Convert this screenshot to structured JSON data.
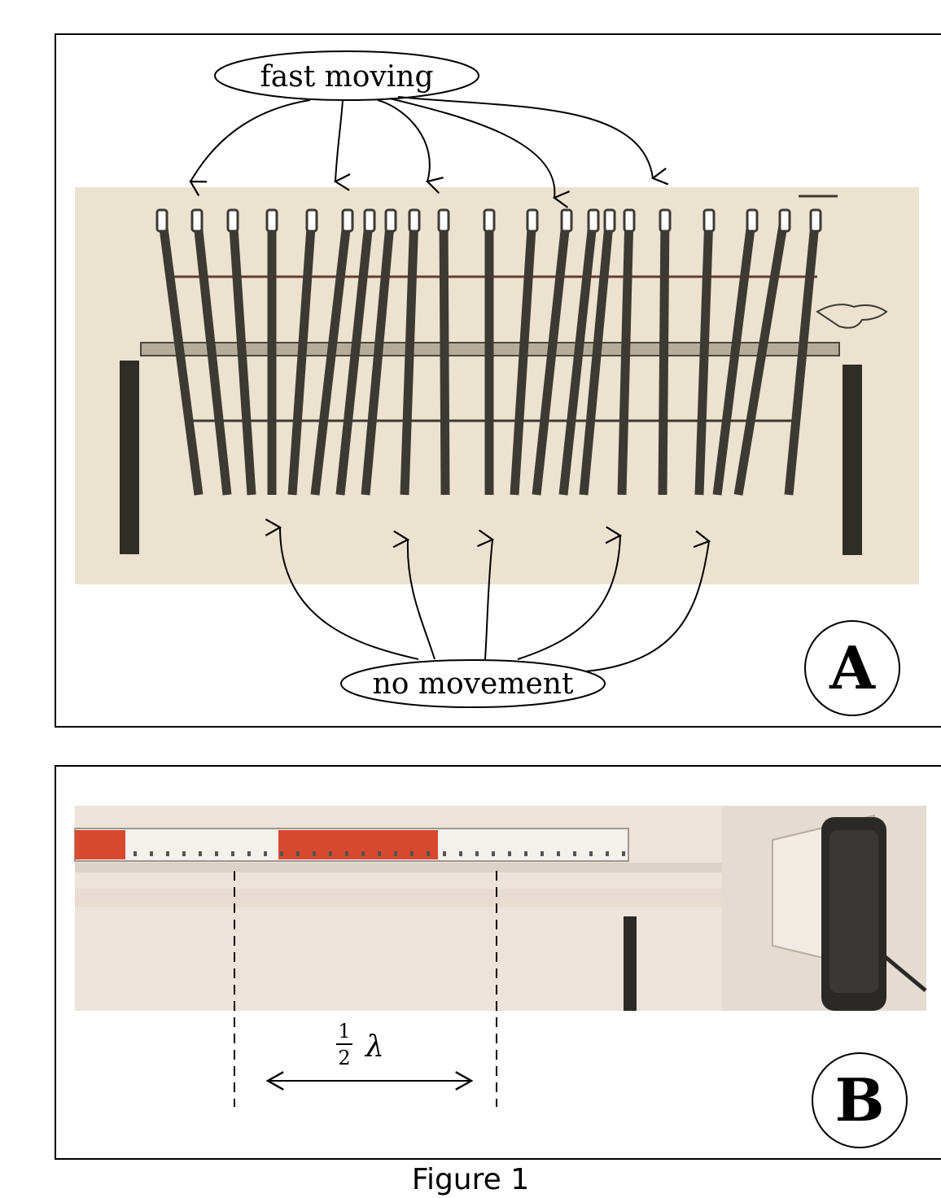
{
  "panel_a": {
    "letter": "A",
    "top_label": "fast moving",
    "bottom_label": "no movement"
  },
  "panel_b": {
    "letter": "B",
    "half_num": "1",
    "half_den": "2",
    "lambda": "λ"
  },
  "caption": "Figure 1",
  "colors": {
    "photo_bg_a": "#ece2d0",
    "rod": "#3c3a33",
    "photo_bg_b": "#ede3da",
    "ruler_red": "#d8492e"
  }
}
